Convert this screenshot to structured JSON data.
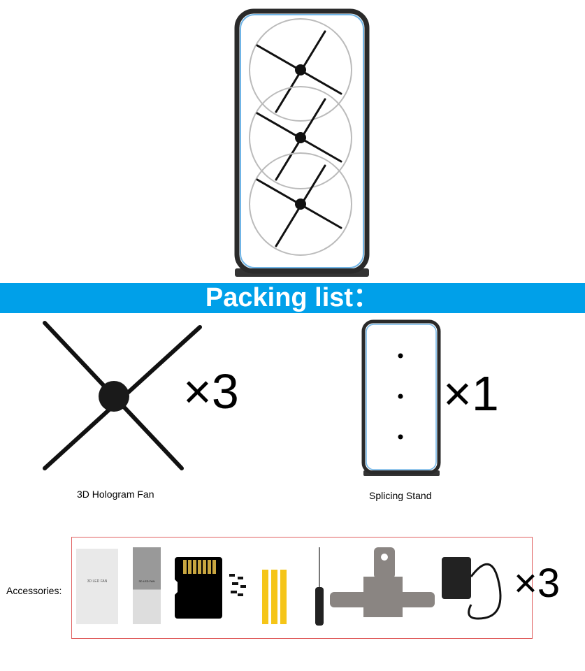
{
  "banner": {
    "title": "Packing list：",
    "color": "#00a0e9"
  },
  "items": [
    {
      "name": "3D Hologram Fan",
      "quantity": "×3",
      "icon": "hologram-fan-icon"
    },
    {
      "name": "Splicing Stand",
      "quantity": "×1",
      "icon": "splicing-stand-icon"
    }
  ],
  "accessories": {
    "label": "Accessories:",
    "quantity": "×3",
    "box_text": "3D LED FAN",
    "remote_text": "3D LED FAN",
    "icons": [
      "manual-box-icon",
      "remote-control-icon",
      "sd-card-icon",
      "screws-icon",
      "wall-anchors-icon",
      "screwdriver-icon",
      "mounting-bracket-icon",
      "power-adapter-icon"
    ],
    "border_color": "#e06060"
  }
}
